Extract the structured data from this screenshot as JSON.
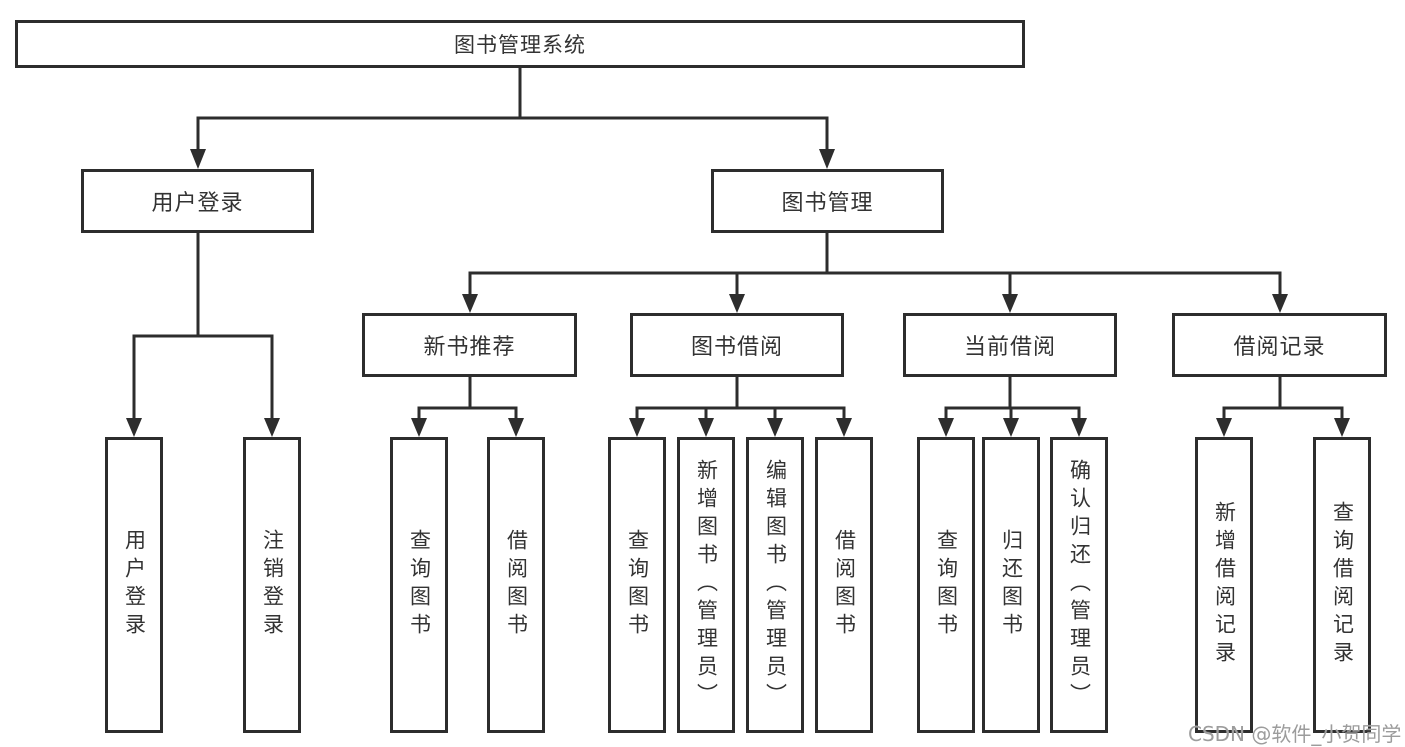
{
  "diagram_title": "图书管理系统",
  "nodes": {
    "root": "图书管理系统",
    "user_login": "用户登录",
    "book_mgmt": "图书管理",
    "new_book_rec": "新书推荐",
    "book_borrow": "图书借阅",
    "current_borrow": "当前借阅",
    "borrow_record": "借阅记录",
    "ul_login": "用户登录",
    "ul_logout": "注销登录",
    "nb_query": "查询图书",
    "nb_borrow": "借阅图书",
    "bb_query": "查询图书",
    "bb_add": "新增图书（管理员）",
    "bb_edit": "编辑图书（管理员）",
    "bb_borrow": "借阅图书",
    "cb_query": "查询图书",
    "cb_return": "归还图书",
    "cb_confirm": "确认归还（管理员）",
    "br_add": "新增借阅记录",
    "br_query": "查询借阅记录"
  },
  "watermark": "CSDN @软件_小贺同学",
  "colors": {
    "line": "#2d2d2d",
    "text": "#333333",
    "watermark_gray": "#9c9c9c",
    "background": "#ffffff"
  }
}
